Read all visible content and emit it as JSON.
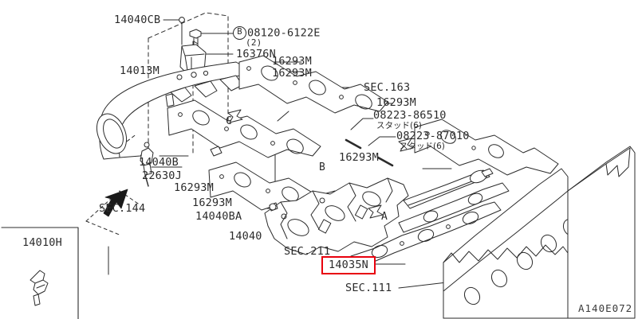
{
  "diagram": {
    "code": "A140E072",
    "background": "#ffffff",
    "line_color": "#2b2b2b",
    "highlight_color": "#e8000d"
  },
  "labels": {
    "l14040CB": "14040CB",
    "bolt_badge": "B",
    "bolt_number": "08120-6122E",
    "bolt_qty": "(2)",
    "l16376N": "16376N",
    "l14013M": "14013M",
    "l16293M_a": "16293M",
    "l16293M_b": "16293M",
    "sec163": "SEC.163",
    "l16293M_c": "16293M",
    "stud_86510": "08223-86510",
    "stud_86510_jp": "スタッド(6)",
    "stud_87010": "08223-87010",
    "stud_87010_jp": "スタッド(6)",
    "l16293M_d": "16293M",
    "l14040B": "14040B",
    "l22630J": "22630J",
    "sec144": "SEC.144",
    "l16293M_e": "16293M",
    "l16293M_f": "16293M",
    "l14040BA": "14040BA",
    "l14040": "14040",
    "sec211": "SEC.211",
    "l14035N": "14035N",
    "sec111": "SEC.111",
    "l14010H": "14010H",
    "callout_a": "A",
    "callout_b": "B",
    "callout_c": "C"
  }
}
